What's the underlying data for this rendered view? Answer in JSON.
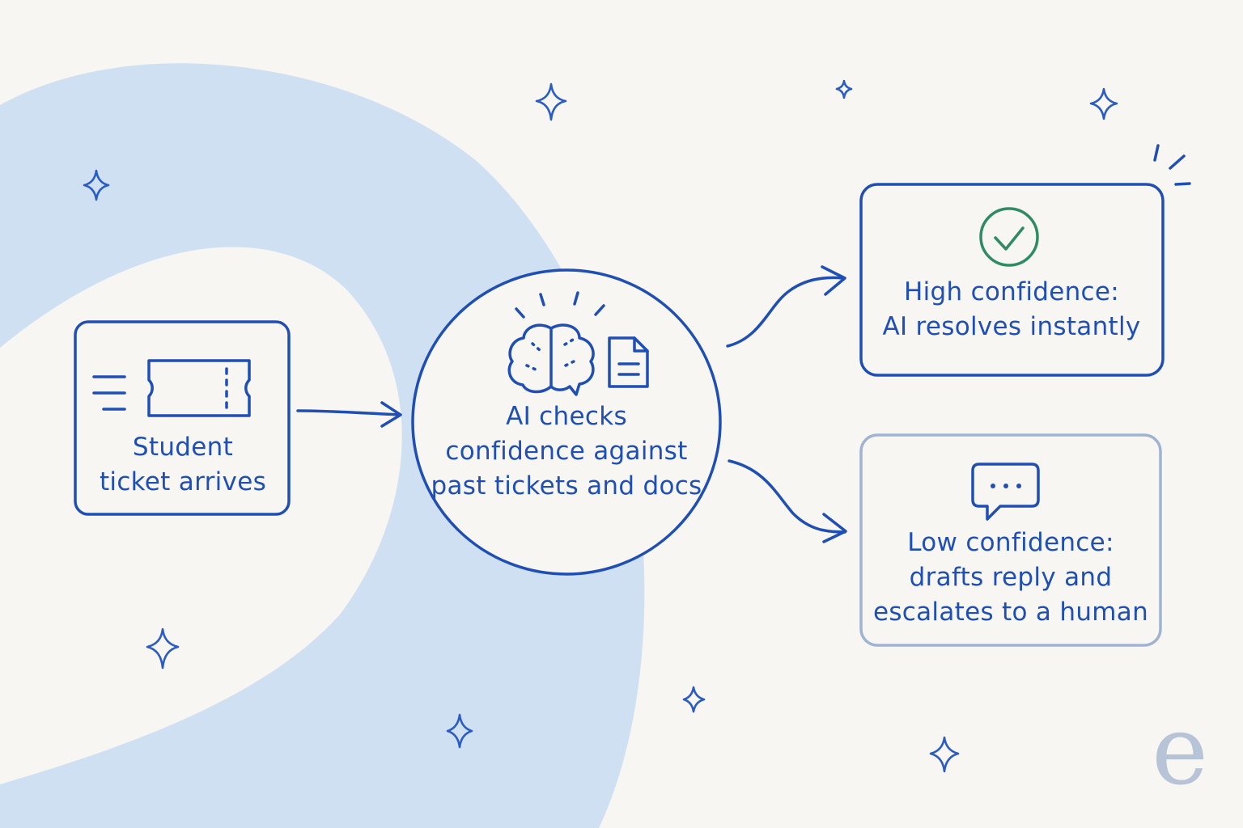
{
  "nodes": {
    "ticket": {
      "lines": [
        "Student",
        "ticket arrives"
      ]
    },
    "ai_check": {
      "lines": [
        "AI checks",
        "confidence against",
        "past tickets and docs"
      ]
    },
    "high": {
      "lines": [
        "High confidence:",
        "AI resolves instantly"
      ]
    },
    "low": {
      "lines": [
        "Low confidence:",
        "drafts reply and",
        "escalates to a human"
      ]
    }
  },
  "logo": {
    "letter": "e"
  },
  "icons": [
    "lines-icon",
    "ticket-icon",
    "brain-icon",
    "document-icon",
    "check-circle-icon",
    "chat-bubble-icon",
    "sparkle-icon",
    "burst-lines-icon"
  ],
  "colors": {
    "background": "#f7f6f2",
    "blob": "#cfe0f3",
    "ink": "#1f4fb4",
    "success": "#2e8b62",
    "muted_border": "#9fb3d3",
    "logo": "#b7c4d8"
  }
}
